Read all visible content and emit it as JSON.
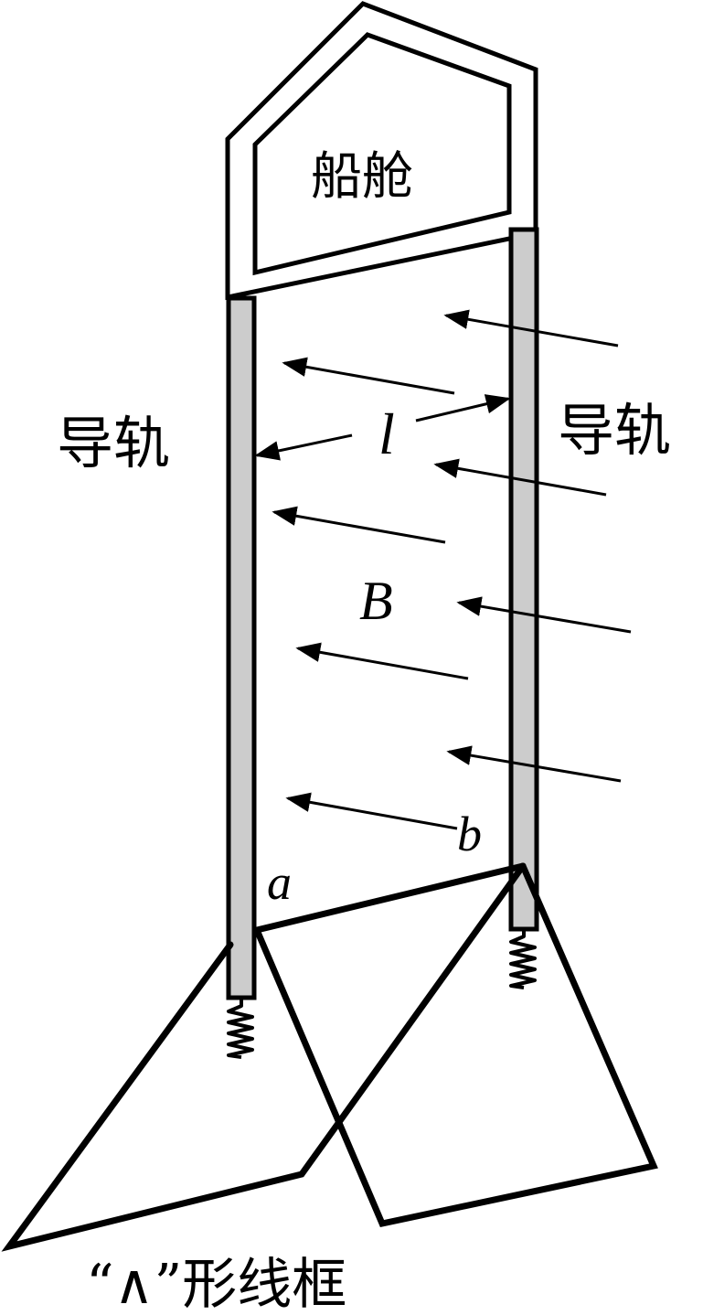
{
  "labels": {
    "cabin": "船舱",
    "rail_left": "导轨",
    "rail_right": "导轨",
    "spacing": "l",
    "field": "B",
    "point_a": "a",
    "point_b": "b",
    "frame_caption": "“∧”形线框"
  },
  "colors": {
    "stroke": "#000000",
    "rail_fill": "#cccccc",
    "background": "#ffffff"
  }
}
